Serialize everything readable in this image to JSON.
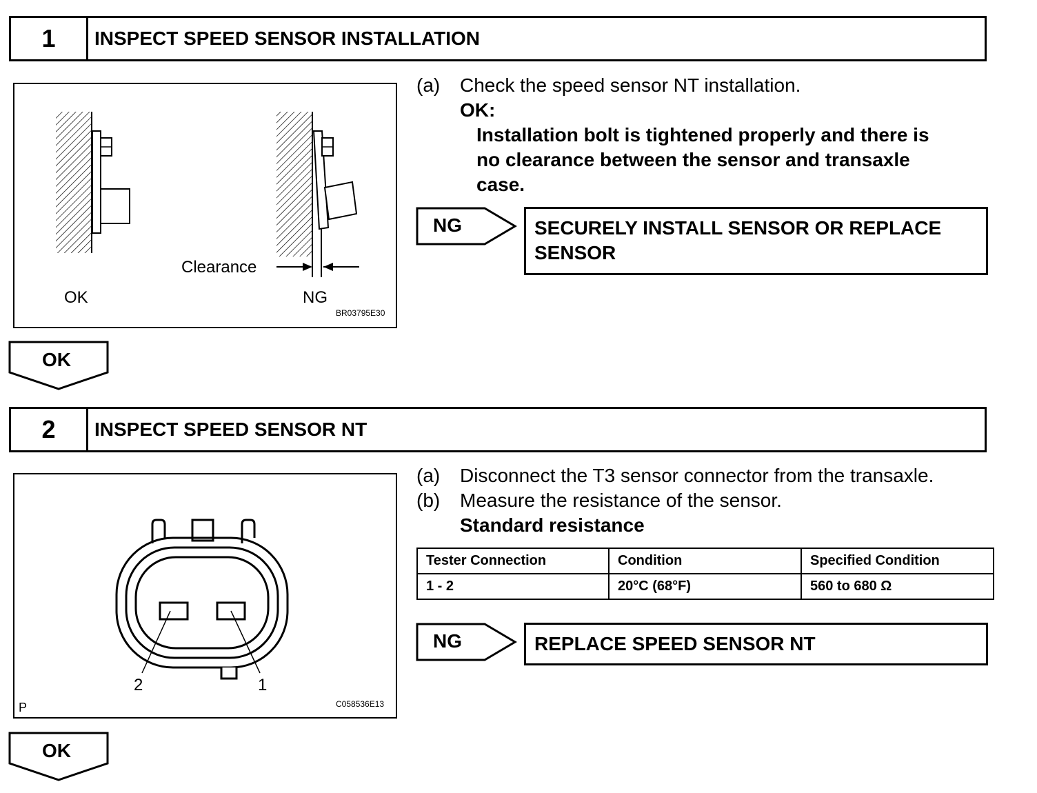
{
  "step1": {
    "number": "1",
    "title": "INSPECT SPEED SENSOR INSTALLATION",
    "figure": {
      "label_ok": "OK",
      "label_ng": "NG",
      "label_clearance": "Clearance",
      "code": "BR03795E30"
    },
    "instruction_marker": "(a)",
    "instruction": "Check the speed sensor NT installation.",
    "ok_heading": "OK:",
    "ok_lines": [
      "Installation bolt is tightened properly and there is",
      "no clearance between the sensor and transaxle",
      "case."
    ],
    "ng_label": "NG",
    "ng_result_lines": [
      "SECURELY INSTALL SENSOR OR REPLACE",
      "SENSOR"
    ],
    "ok_label": "OK"
  },
  "step2": {
    "number": "2",
    "title": "INSPECT SPEED SENSOR NT",
    "figure": {
      "pin_2": "2",
      "pin_1": "1",
      "corner_label": "P",
      "code": "C058536E13"
    },
    "instructions": [
      {
        "marker": "(a)",
        "text": "Disconnect the T3 sensor connector from the transaxle."
      },
      {
        "marker": "(b)",
        "text": "Measure the resistance of the sensor."
      }
    ],
    "spec_heading": "Standard resistance",
    "table": {
      "headers": [
        "Tester Connection",
        "Condition",
        "Specified Condition"
      ],
      "rows": [
        [
          "1 - 2",
          "20°C (68°F)",
          "560 to 680 Ω"
        ]
      ]
    },
    "ng_label": "NG",
    "ng_result": "REPLACE SPEED SENSOR NT",
    "ok_label": "OK"
  }
}
